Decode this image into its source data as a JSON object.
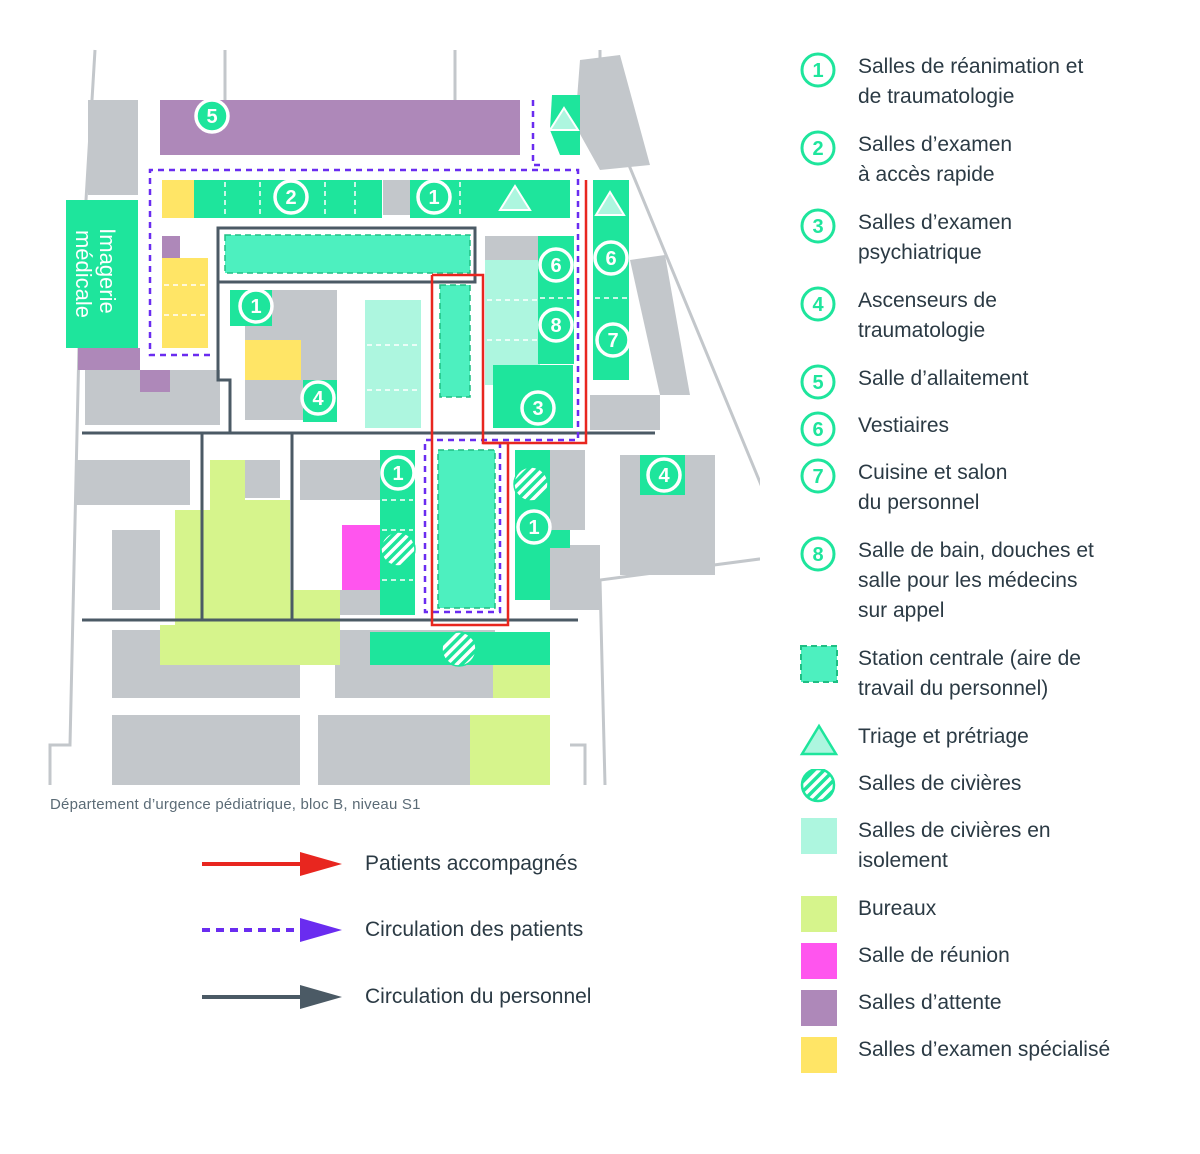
{
  "map": {
    "caption": "Département d’urgence pédiatrique, bloc B, niveau S1",
    "imaging_label_line1": "Imagerie",
    "imaging_label_line2": "médicale",
    "markers": [
      "1",
      "2",
      "3",
      "4",
      "5",
      "6",
      "7",
      "8"
    ]
  },
  "flows": [
    {
      "label": "Patients accompagnés",
      "color": "#e8261f",
      "style": "solid"
    },
    {
      "label": "Circulation des patients",
      "color": "#6a2cf0",
      "style": "dashed"
    },
    {
      "label": "Circulation du personnel",
      "color": "#4b5a65",
      "style": "solid"
    }
  ],
  "legend": {
    "numbered": [
      {
        "num": "1",
        "line1": "Salles de réanimation et",
        "line2": "de traumatologie"
      },
      {
        "num": "2",
        "line1": "Salles d’examen",
        "line2": "à accès rapide"
      },
      {
        "num": "3",
        "line1": "Salles d’examen",
        "line2": "psychiatrique"
      },
      {
        "num": "4",
        "line1": "Ascenseurs de",
        "line2": "traumatologie"
      },
      {
        "num": "5",
        "line1": "Salle d’allaitement"
      },
      {
        "num": "6",
        "line1": "Vestiaires"
      },
      {
        "num": "7",
        "line1": "Cuisine et salon",
        "line2": "du personnel"
      },
      {
        "num": "8",
        "line1": "Salle de bain, douches et",
        "line2": "salle pour les médecins",
        "line3": "sur appel"
      }
    ],
    "symbols": {
      "station": {
        "line1": "Station centrale (aire de",
        "line2": "travail du personnel)"
      },
      "triage": "Triage et prétriage",
      "civieres": "Salles de civières",
      "isolement": {
        "line1": "Salles de civières en",
        "line2": "isolement"
      },
      "bureaux": "Bureaux",
      "reunion": "Salle de réunion",
      "attente": "Salles d’attente",
      "specialise": "Salles d’examen spécialisé"
    }
  },
  "colors": {
    "building_gray": "#c3c7cb",
    "numbered_green": "#1ee59c",
    "station_green": "#4df0bf",
    "isolation_mint": "#adf6df",
    "offices_lime": "#d6f48c",
    "meeting_magenta": "#ff55ee",
    "waiting_purple": "#ae88b9",
    "specialized_yellow": "#ffe566",
    "route_red": "#e8261f",
    "route_purple": "#6a2cf0",
    "route_staff": "#4b5a65"
  }
}
